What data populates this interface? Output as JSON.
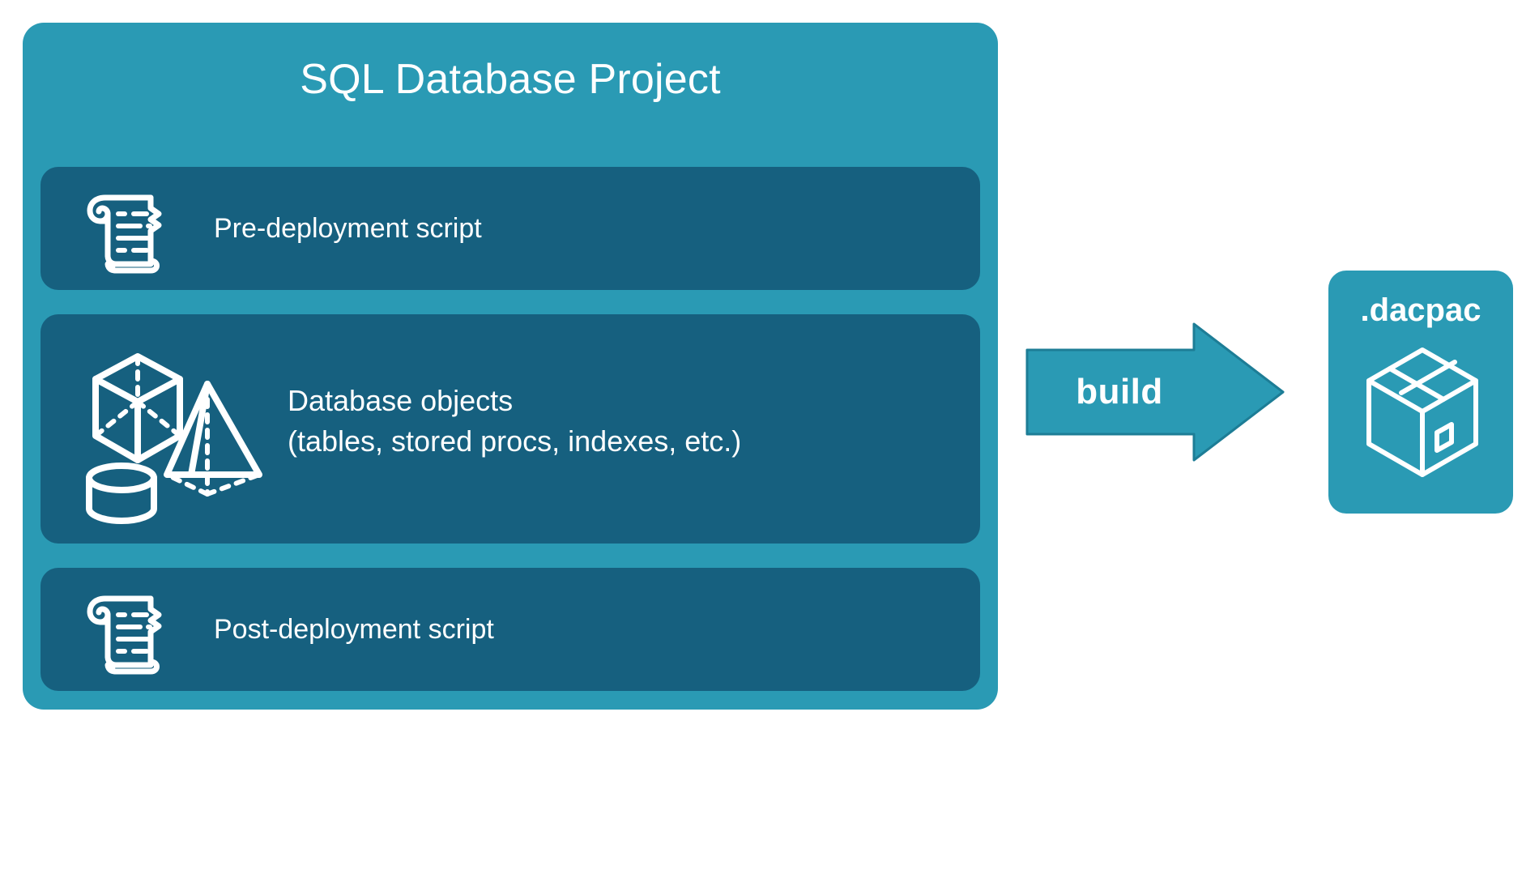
{
  "diagram": {
    "title": "SQL Database Project",
    "background_color": "#ffffff",
    "outer_card_color": "#2a9ab4",
    "inner_card_color": "#16607f",
    "accent_color": "#2a9ab4",
    "text_color": "#ffffff"
  },
  "project": {
    "title": "SQL Database Project",
    "items": [
      {
        "id": "pre-deployment",
        "label": "Pre-deployment script",
        "icon": "scroll-icon"
      },
      {
        "id": "database-objects",
        "label": "Database objects\n(tables, stored procs, indexes, etc.)",
        "line1": "Database objects",
        "line2": "(tables, stored procs, indexes, etc.)",
        "icon": "shapes-icon",
        "sub_icons": [
          "cube-icon",
          "pyramid-icon",
          "cylinder-icon"
        ]
      },
      {
        "id": "post-deployment",
        "label": "Post-deployment script",
        "icon": "scroll-icon"
      }
    ]
  },
  "arrow": {
    "label": "build",
    "direction": "right",
    "color": "#2a9ab4",
    "icon": "arrow-right-icon"
  },
  "output": {
    "label": ".dacpac",
    "icon": "package-box-icon",
    "color": "#2a9ab4"
  }
}
